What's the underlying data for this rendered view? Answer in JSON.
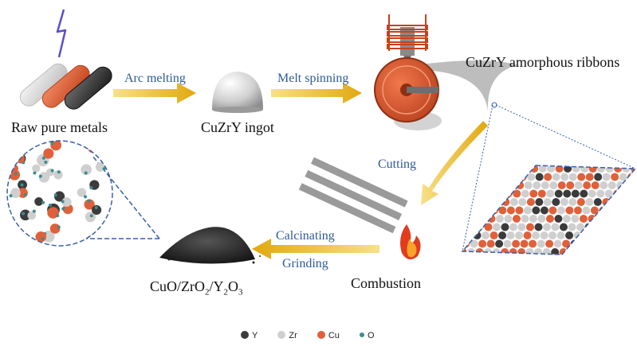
{
  "labels": {
    "raw_metals": "Raw pure metals",
    "ingot": "CuZrY ingot",
    "ribbons": "CuZrY amorphous ribbons",
    "combustion": "Combustion",
    "product_parts": [
      "CuO/ZrO",
      "2",
      "/Y",
      "2",
      "O",
      "3"
    ]
  },
  "steps": {
    "arc_melting": "Arc melting",
    "melt_spinning": "Melt spinning",
    "cutting": "Cutting",
    "calcinating": "Calcinating",
    "grinding": "Grinding"
  },
  "legend": [
    {
      "label": "Y",
      "color": "#3b3b3b"
    },
    {
      "label": "Zr",
      "color": "#cfcfcf"
    },
    {
      "label": "Cu",
      "color": "#e0603a"
    },
    {
      "label": "O",
      "color": "#3a8f8c"
    }
  ],
  "colors": {
    "copper": "#e0603a",
    "yttrium": "#3b3b3b",
    "zirconium": "#cfcfcf",
    "oxygen": "#3a8f8c",
    "arrow": "#e8b720",
    "step_text": "#2f5b9a",
    "lightning": "#5a4fcf",
    "dashed": "#3a5fa8"
  }
}
